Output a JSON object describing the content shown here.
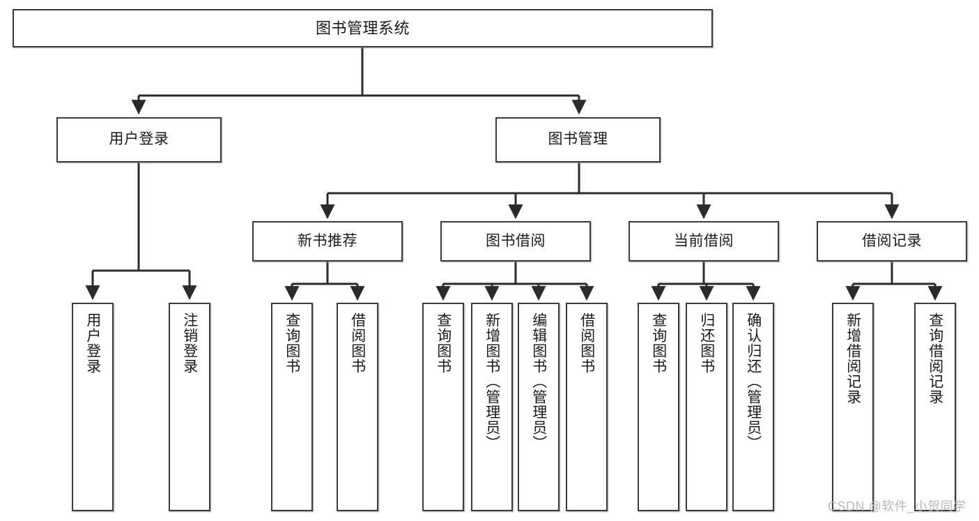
{
  "diagram": {
    "title": "图书管理系统",
    "type": "功能结构图",
    "watermark": "CSDN @软件_小贺同学",
    "style": {
      "box_border_color": "#3a3a3a",
      "box_fill_color": "#ffffff",
      "line_color": "#2b2b2b",
      "background": "#ffffff",
      "watermark_color": "#b9b9b9"
    },
    "root": {
      "label": "图书管理系统"
    },
    "level2": [
      {
        "label": "用户登录"
      },
      {
        "label": "图书管理"
      }
    ],
    "level3": [
      {
        "label": "新书推荐"
      },
      {
        "label": "图书借阅"
      },
      {
        "label": "当前借阅"
      },
      {
        "label": "借阅记录"
      }
    ],
    "leaves": [
      {
        "label": "用户登录",
        "parent": "用户登录"
      },
      {
        "label": "注销登录",
        "parent": "用户登录"
      },
      {
        "label": "查询图书",
        "parent": "新书推荐"
      },
      {
        "label": "借阅图书",
        "parent": "新书推荐"
      },
      {
        "label": "查询图书",
        "parent": "图书借阅"
      },
      {
        "label": "新增图书（管理员）",
        "parent": "图书借阅"
      },
      {
        "label": "编辑图书（管理员）",
        "parent": "图书借阅"
      },
      {
        "label": "借阅图书",
        "parent": "图书借阅"
      },
      {
        "label": "查询图书",
        "parent": "当前借阅"
      },
      {
        "label": "归还图书",
        "parent": "当前借阅"
      },
      {
        "label": "确认归还（管理员）",
        "parent": "当前借阅"
      },
      {
        "label": "新增借阅记录",
        "parent": "借阅记录"
      },
      {
        "label": "查询借阅记录",
        "parent": "借阅记录"
      }
    ]
  }
}
